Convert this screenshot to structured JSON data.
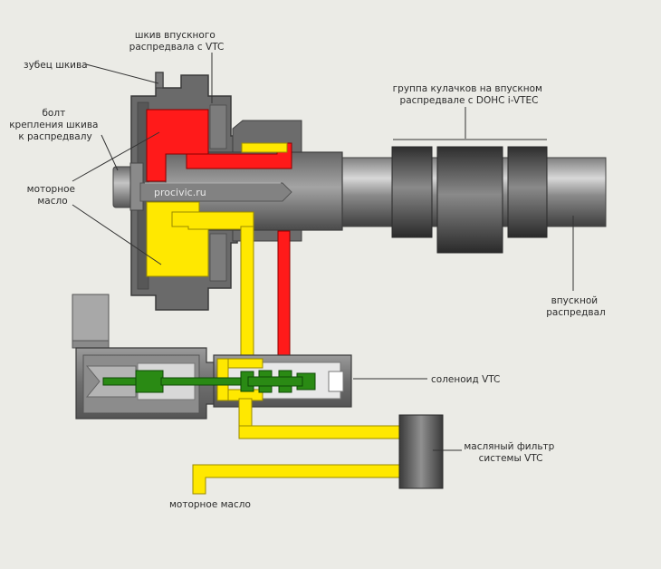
{
  "labels": {
    "pulley_tooth": "зубец шкива",
    "vtc_pulley": [
      "шкив впускного",
      "распредвала с VTC"
    ],
    "pulley_bolt": [
      "болт",
      "крепления шкива",
      "к распредвалу"
    ],
    "engine_oil_left": [
      "моторное",
      "масло"
    ],
    "cam_group": [
      "группа кулачков на впускном",
      "распредвале с DOHC i-VTEC"
    ],
    "intake_camshaft": [
      "впускной",
      "распредвал"
    ],
    "vtc_solenoid": "соленоид VTC",
    "vtc_oil_filter": [
      "масляный фильтр",
      "системы VTC"
    ],
    "engine_oil_bottom": "моторное масло"
  },
  "watermark": "procivic.ru",
  "colors": {
    "background": "#ebebe6",
    "oil_pressure_red": "#ff1a1a",
    "oil_drain_yellow": "#ffe800",
    "solenoid_spool_green": "#2a8a14",
    "housing_gray": "#6a6a6a",
    "leader_line": "#333333"
  }
}
